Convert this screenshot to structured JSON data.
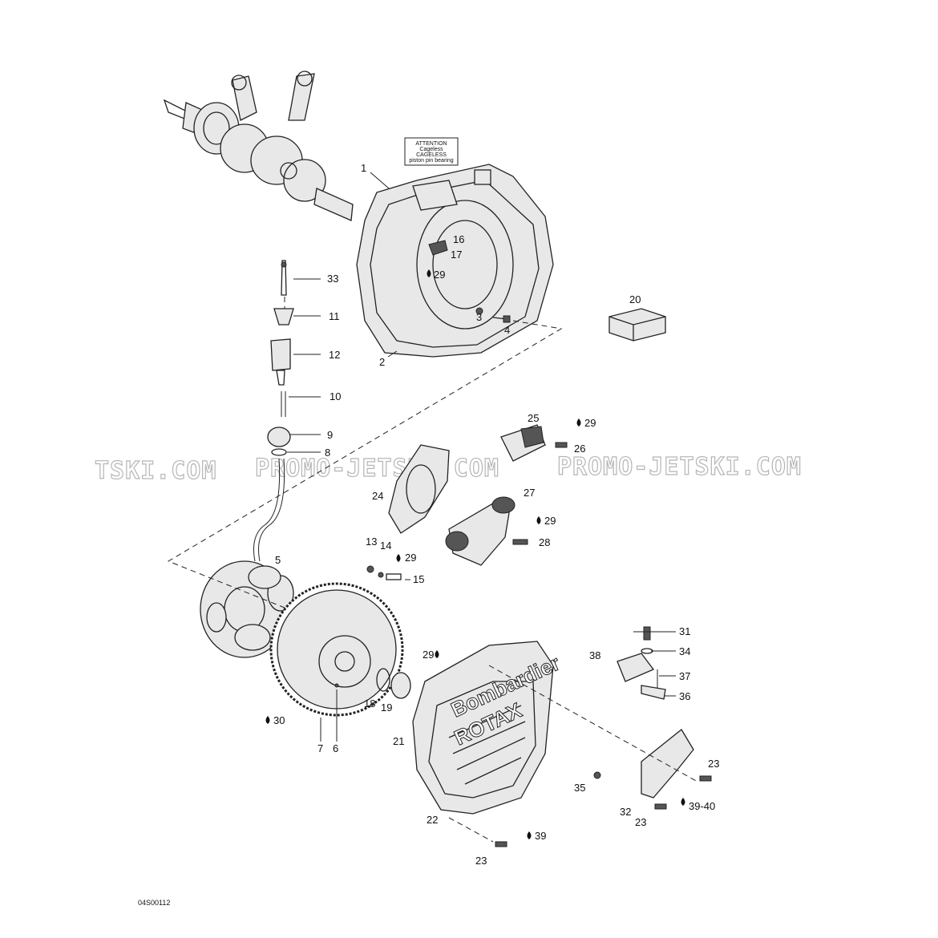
{
  "figure_code": "04S00112",
  "attention_label": {
    "line1": "ATTENTION",
    "line2": "Cageless",
    "line3": "CAGELESS",
    "line4": "piston pin bearing"
  },
  "brand_text": {
    "line1": "Bombardier",
    "line2": "ROTAX"
  },
  "watermark": {
    "left": "TSKI.COM",
    "center": "PROMO-JETSKI.COM",
    "right": "PROMO-JETSKI.COM"
  },
  "callouts": {
    "c1": "1",
    "c2": "2",
    "c3": "3",
    "c4": "4",
    "c5": "5",
    "c6": "6",
    "c7": "7",
    "c8": "8",
    "c9": "9",
    "c10": "10",
    "c11": "11",
    "c12": "12",
    "c13": "13",
    "c14": "14",
    "c15": "15",
    "c16": "16",
    "c17": "17",
    "c18": "18",
    "c19": "19",
    "c20": "20",
    "c21": "21",
    "c22": "22",
    "c23a": "23",
    "c23b": "23",
    "c23c": "23",
    "c24": "24",
    "c25": "25",
    "c26": "26",
    "c27": "27",
    "c28": "28",
    "c29a": "29",
    "c29b": "29",
    "c29c": "29",
    "c29d": "29",
    "c29e": "29",
    "c30": "30",
    "c31": "31",
    "c32": "32",
    "c33": "33",
    "c34": "34",
    "c35": "35",
    "c36": "36",
    "c37": "37",
    "c38": "38",
    "c39": "39",
    "c3940": "39-40"
  }
}
